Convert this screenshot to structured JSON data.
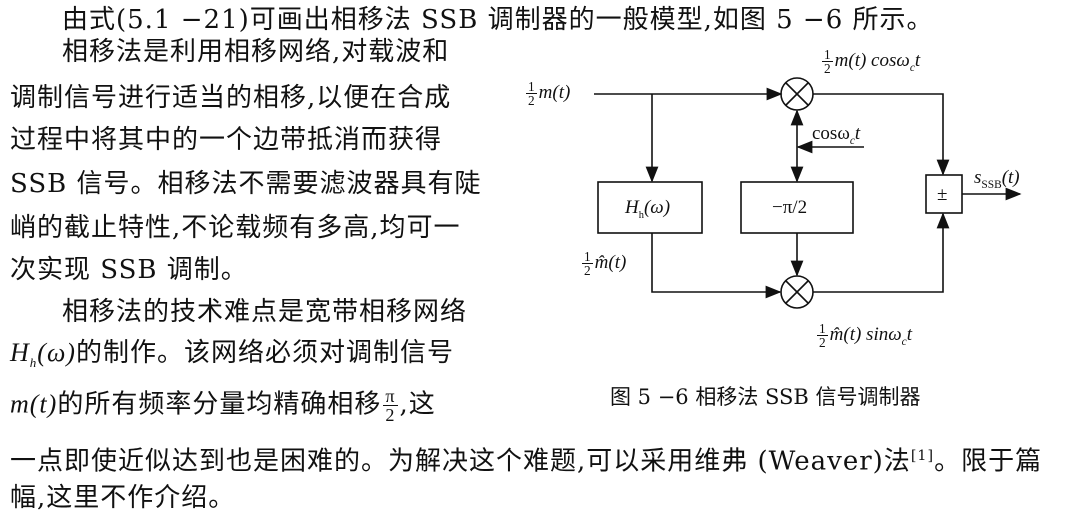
{
  "paragraphs": {
    "line1": "由式(5.1 −21)可画出相移法 SSB 调制器的一般模型,如图 5 −6 所示。",
    "line2": "相移法是利用相移网络,对载波和",
    "line3": "调制信号进行适当的相移,以便在合成",
    "line4": "过程中将其中的一个边带抵消而获得",
    "line5": "SSB 信号。相移法不需要滤波器具有陡",
    "line6": "峭的截止特性,不论载频有多高,均可一",
    "line7": "次实现 SSB 调制。",
    "line8": "相移法的技术难点是宽带相移网络",
    "line9_math": "H",
    "line9_sub": "h",
    "line9_arg": "(ω)",
    "line9_text": "的制作。该网络必须对调制信号",
    "line10_math": "m(t)",
    "line10_text": "的所有频率分量均精确相移",
    "line10_frac_num": "π",
    "line10_frac_den": "2",
    "line10_tail": ",这",
    "line11_text": "一点即使近似达到也是困难的。为解决这个难题,可以采用维弗 (Weaver)法",
    "line11_ref": "[1]",
    "line11_tail": "。限于篇",
    "line12": "幅,这里不作介绍。"
  },
  "figure": {
    "caption": "图 5 −6   相移法 SSB 信号调制器",
    "half_num": "1",
    "half_den": "2",
    "input_label": "m(t)",
    "top_product_label": "m(t) cosω",
    "top_product_sub": "c",
    "top_product_t": "t",
    "carrier_label": "cosω",
    "carrier_sub": "c",
    "carrier_t": "t",
    "hilbert_block": "H",
    "hilbert_sub": "h",
    "hilbert_arg": "(ω)",
    "phase_block": "−π/2",
    "sum_block": "±",
    "hilbert_out_label": "m̂(t)",
    "bottom_product_label": "m̂(t) sinω",
    "bottom_product_sub": "c",
    "bottom_product_t": "t",
    "output_label": "s",
    "output_sub": "SSB",
    "output_arg": "(t)"
  }
}
